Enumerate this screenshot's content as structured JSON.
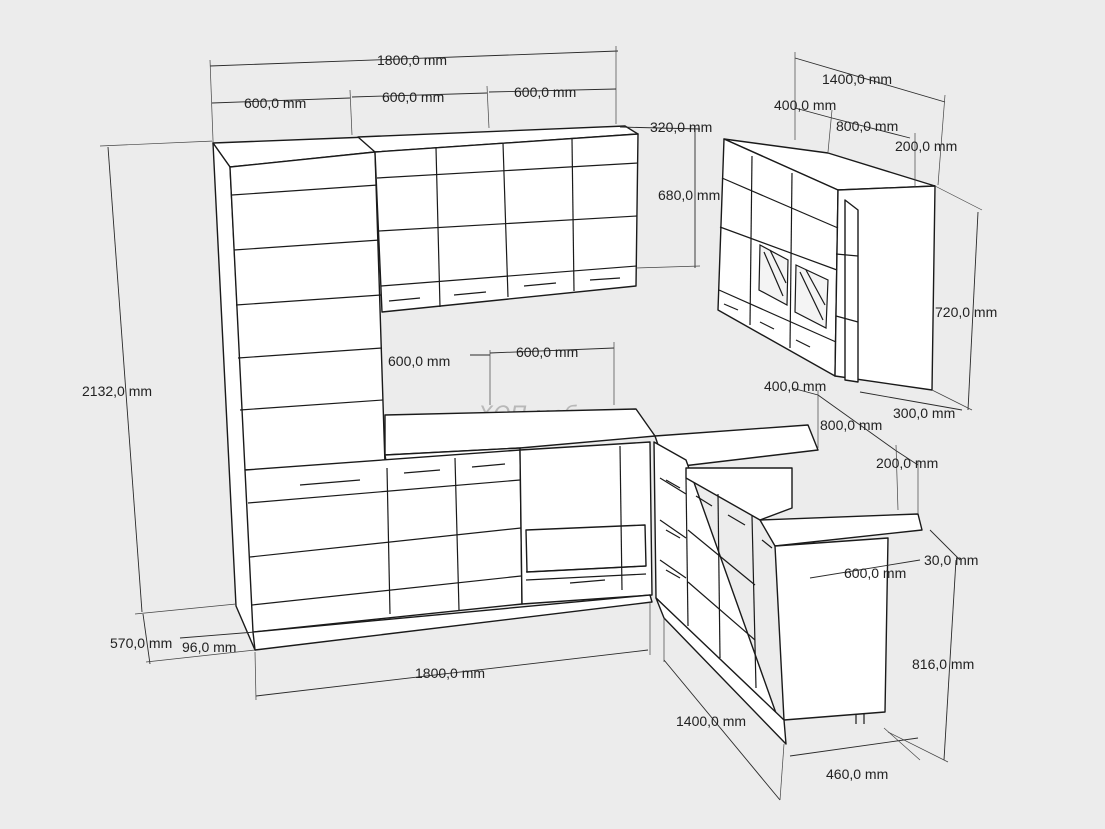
{
  "watermark": "ХОП мебели",
  "dimensions": {
    "top_total_width": "1800,0 mm",
    "top_seg_1": "600,0 mm",
    "top_seg_2": "600,0 mm",
    "top_seg_3": "600,0 mm",
    "upper_depth": "320,0 mm",
    "upper_height": "680,0 mm",
    "total_height": "2132,0 mm",
    "right_total_width": "1400,0 mm",
    "right_seg_a": "400,0 mm",
    "right_seg_b": "800,0 mm",
    "right_seg_c": "200,0 mm",
    "right_upper_height": "720,0 mm",
    "right_upper_depth": "300,0 mm",
    "mid_seg_1": "600,0 mm",
    "mid_seg_2": "600,0 mm",
    "mid_right_a": "400,0 mm",
    "mid_right_b": "800,0 mm",
    "mid_right_c": "200,0 mm",
    "bar_thickness": "30,0 mm",
    "bar_width": "600,0 mm",
    "base_height": "816,0 mm",
    "tall_depth": "570,0 mm",
    "plinth": "96,0 mm",
    "bottom_width": "1800,0 mm",
    "side_length": "1400,0 mm",
    "side_depth": "460,0 mm"
  }
}
